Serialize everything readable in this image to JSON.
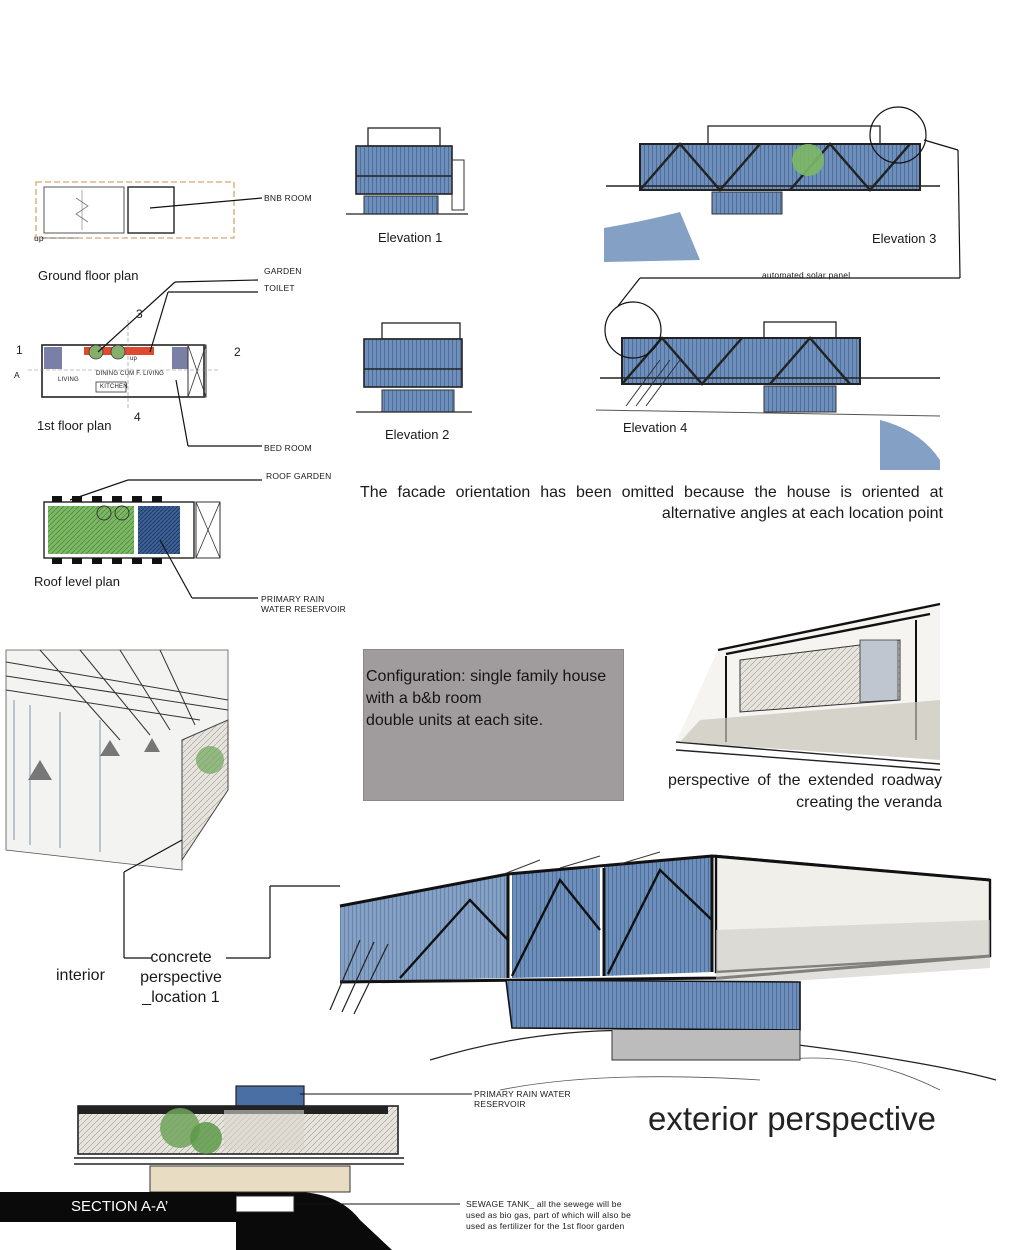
{
  "labels": {
    "bnb_room": "BNB ROOM",
    "ground_floor_plan": "Ground floor plan",
    "garden": "GARDEN",
    "toilet": "TOILET",
    "first_floor_plan": "1st floor plan",
    "bed_room": "BED ROOM",
    "roof_garden": "ROOF GARDEN",
    "roof_level_plan": "Roof level plan",
    "primary_rain_water_reservoir_l1": "PRIMARY RAIN",
    "primary_rain_water_reservoir_l2": "WATER RESERVOIR",
    "elevation_1": "Elevation 1",
    "elevation_2": "Elevation 2",
    "elevation_3": "Elevation 3",
    "elevation_4": "Elevation 4",
    "automated_solar_panel": "automated solar panel",
    "plan_living": "LIVING",
    "plan_kitchen": "KITCHEN",
    "plan_dining": "DINING CUM F. LIVING",
    "plan_up": "up",
    "marker_1": "1",
    "marker_2": "2",
    "marker_3": "3",
    "marker_4": "4",
    "marker_a": "A",
    "section_reservoir_l1": "PRIMARY RAIN WATER",
    "section_reservoir_l2": "RESERVOIR",
    "sewage_l1": "SEWAGE TANK_ all the sewege will be",
    "sewage_l2": "used as bio gas, part of which will also be",
    "sewage_l3": "used as fertilizer for the 1st floor garden"
  },
  "orientation_note": "The facade orientation has been omitted because the house is oriented at alternative angles at each location point",
  "configuration": {
    "line1": "Configuration: single family house",
    "line2": "with a b&b room",
    "line3": "double units at each site."
  },
  "veranda_caption": "perspective of the extended roadway creating the veranda",
  "interior_caption": "interior",
  "concrete_caption": {
    "line1": "concrete",
    "line2": "perspective",
    "line3": "_location 1"
  },
  "exterior_title": "exterior perspective",
  "section_title": "SECTION A-A’",
  "colors": {
    "glass_blue": "#5d7fae",
    "garden_green": "#6fa55a",
    "accent_red": "#e0492f",
    "config_box_gray": "#a09c9d",
    "section_bar": "#0a0a0a"
  }
}
